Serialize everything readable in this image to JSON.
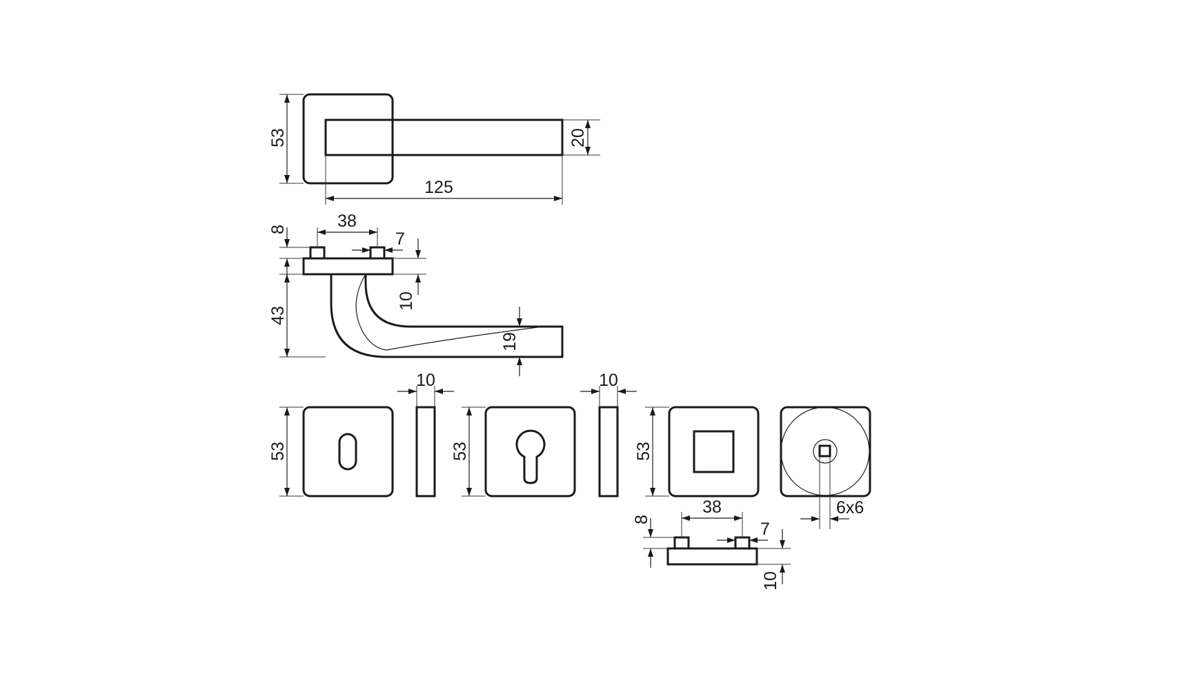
{
  "handle_top": {
    "height": "53",
    "grip": "20",
    "length": "125"
  },
  "handle_side": {
    "spacing": "38",
    "stud_upper": "8",
    "stud_width": "7",
    "rose_thickness": "10",
    "height": "43",
    "grip": "19"
  },
  "rose_key": {
    "height": "53",
    "thickness": "10"
  },
  "rose_cylinder": {
    "height": "53",
    "thickness": "10"
  },
  "rose_bathroom": {
    "height": "53"
  },
  "rose_turn": {
    "spindle": "6x6"
  },
  "rose_side_bottom": {
    "spacing": "38",
    "stud_upper": "8",
    "stud_width": "7",
    "rose_thickness": "10"
  }
}
